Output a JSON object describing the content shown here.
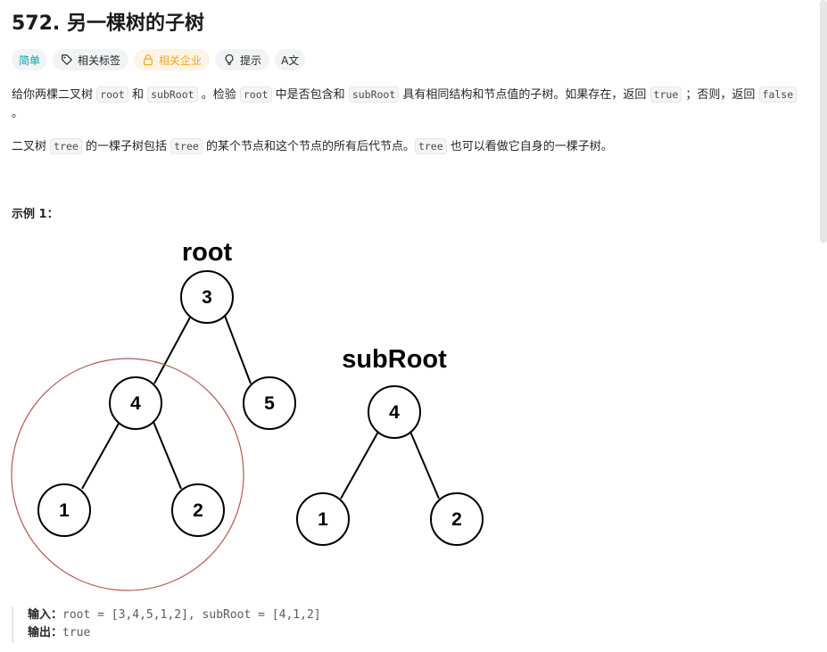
{
  "problem": {
    "title": "572. 另一棵树的子树"
  },
  "tags": {
    "difficulty": "简单",
    "related_tags": "相关标签",
    "related_companies": "相关企业",
    "hint": "提示",
    "translate": "A文",
    "colors": {
      "easy": "#00a6a6",
      "company": "#ffa116"
    }
  },
  "description": {
    "p1": [
      "给你两棵二叉树 ",
      "root",
      " 和 ",
      "subRoot",
      " 。检验 ",
      "root",
      " 中是否包含和 ",
      "subRoot",
      " 具有相同结构和节点值的子树。如果存在，返回 ",
      "true",
      " ；否则，返回 ",
      "false",
      " 。"
    ],
    "p2": [
      "二叉树 ",
      "tree",
      " 的一棵子树包括 ",
      "tree",
      " 的某个节点和这个节点的所有后代节点。",
      "tree",
      " 也可以看做它自身的一棵子树。"
    ]
  },
  "example": {
    "title": "示例 1：",
    "diagram": {
      "root_label": "root",
      "subroot_label": "subRoot",
      "root_nodes": [
        "3",
        "4",
        "5",
        "1",
        "2"
      ],
      "subroot_nodes": [
        "4",
        "1",
        "2"
      ],
      "highlight_color": "#b05a52"
    },
    "input_label": "输入：",
    "input_value": "root = [3,4,5,1,2], subRoot = [4,1,2]",
    "output_label": "输出：",
    "output_value": "true"
  }
}
